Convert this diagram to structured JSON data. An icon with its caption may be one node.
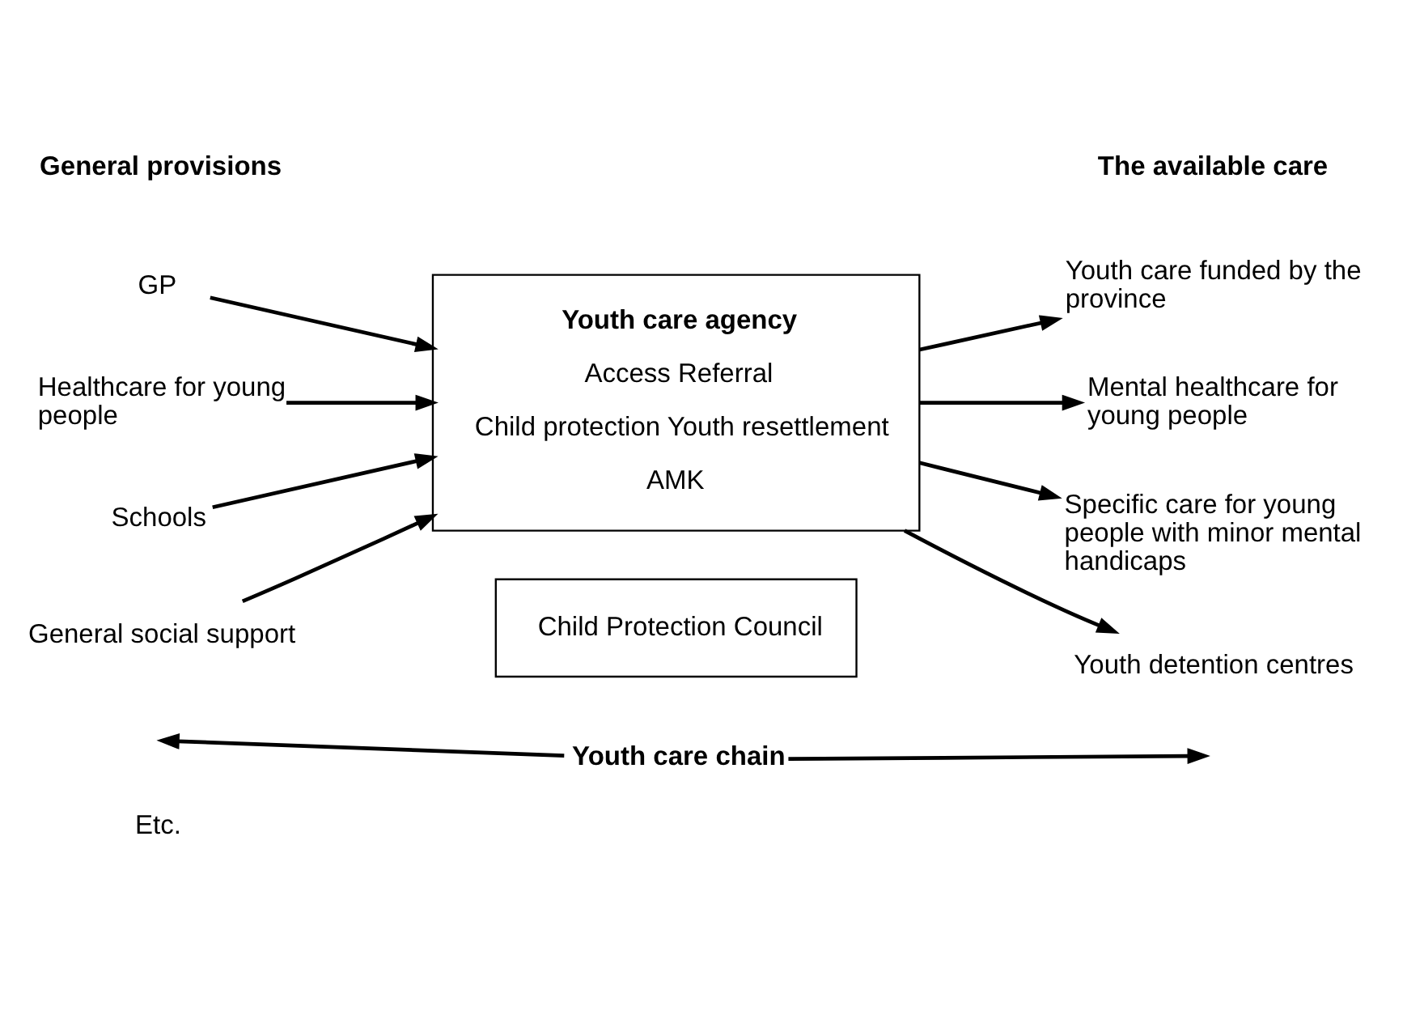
{
  "diagram": {
    "nodes": [
      {
        "text": [
          "GP"
        ]
      },
      {
        "text": [
          "Healthcare for young people"
        ]
      },
      {
        "text": [
          "Schools"
        ]
      },
      {
        "text": [
          "General social support"
        ]
      },
      {
        "text": [
          "Youth care agency",
          "Access Referral",
          "Child protection Youth resettlement",
          "AMK"
        ]
      },
      {
        "text": [
          "Youth care funded by the province"
        ]
      },
      {
        "text": [
          "Mental healthcare for young people"
        ]
      },
      {
        "text": [
          "Specific care for young people with minor mental handicaps"
        ]
      },
      {
        "text": [
          "Youth detention centres"
        ]
      },
      {
        "text": [
          "Child Protection Council"
        ]
      },
      {
        "text": [
          "Youth care chain"
        ]
      }
    ],
    "edges": [
      {
        "from": 0,
        "to": 4,
        "arrow": "to"
      },
      {
        "from": 1,
        "to": 4,
        "arrow": "to"
      },
      {
        "from": 2,
        "to": 4,
        "arrow": "to"
      },
      {
        "from": 3,
        "to": 4,
        "arrow": "to"
      },
      {
        "from": 4,
        "to": 5,
        "arrow": "to"
      },
      {
        "from": 4,
        "to": 6,
        "arrow": "to"
      },
      {
        "from": 4,
        "to": 7,
        "arrow": "to"
      },
      {
        "from": 4,
        "to": 8,
        "arrow": "to"
      },
      {
        "from": 10,
        "to": null,
        "arrow": "to"
      },
      {
        "from": 10,
        "to": null,
        "arrow": "to"
      }
    ],
    "labels": [
      "General provisions",
      "The available care",
      "Etc."
    ]
  }
}
